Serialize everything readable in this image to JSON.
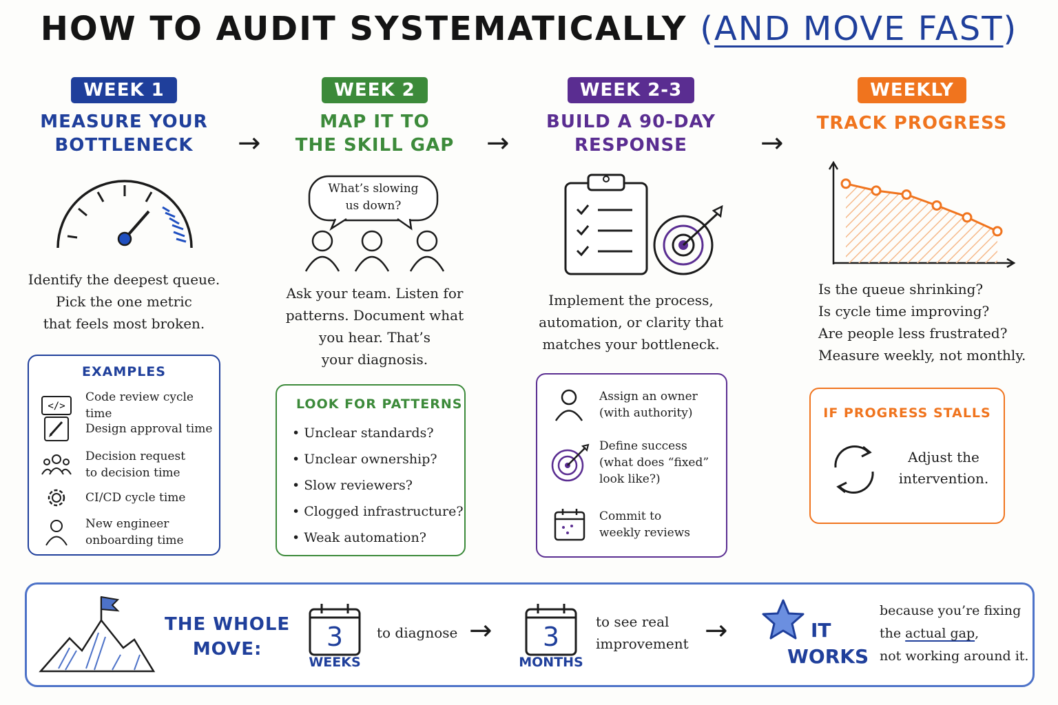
{
  "title": {
    "main": "HOW TO AUDIT SYSTEMATICALLY",
    "paren_open": "(",
    "sub": "AND MOVE FAST",
    "paren_close": ")"
  },
  "arrow_glyph": "→",
  "colors": {
    "blue": "#1f3f9b",
    "green": "#3c8a3a",
    "purple": "#5a2d91",
    "orange": "#f0741e"
  },
  "steps": [
    {
      "badge": "WEEK 1",
      "heading_line1": "MEASURE YOUR",
      "heading_line2": "BOTTLENECK",
      "icon": "speedometer-icon",
      "desc_lines": [
        "Identify the deepest queue.",
        "Pick the one metric",
        "that feels most broken."
      ],
      "box_title": "EXAMPLES",
      "box_items": [
        {
          "icon": "code-icon",
          "lines": [
            "Code review cycle time"
          ]
        },
        {
          "icon": "pencil-icon",
          "lines": [
            "Design approval time"
          ]
        },
        {
          "icon": "team-icon",
          "lines": [
            "Decision request",
            "to decision time"
          ]
        },
        {
          "icon": "gear-icon",
          "lines": [
            "CI/CD cycle time"
          ]
        },
        {
          "icon": "person-icon",
          "lines": [
            "New engineer",
            "onboarding time"
          ]
        }
      ]
    },
    {
      "badge": "WEEK 2",
      "heading_line1": "MAP IT TO",
      "heading_line2": "THE SKILL GAP",
      "icon": "speech-bubble-icon",
      "bubble_lines": [
        "What’s slowing",
        "us down?"
      ],
      "desc_lines": [
        "Ask your team. Listen for",
        "patterns. Document what",
        "you hear. That’s",
        "your diagnosis."
      ],
      "box_title": "LOOK FOR PATTERNS",
      "box_items": [
        "Unclear standards?",
        "Unclear ownership?",
        "Slow reviewers?",
        "Clogged infrastructure?",
        "Weak automation?"
      ]
    },
    {
      "badge": "WEEK 2-3",
      "heading_line1": "BUILD A 90-DAY",
      "heading_line2": "RESPONSE",
      "icon": "clipboard-icon",
      "desc_lines": [
        "Implement the process,",
        "automation, or clarity that",
        "matches your bottleneck."
      ],
      "box_items": [
        {
          "icon": "person-icon",
          "lines": [
            "Assign an owner",
            "(with authority)"
          ]
        },
        {
          "icon": "target-icon",
          "lines": [
            "Define success",
            "(what does “fixed”",
            "look like?)"
          ]
        },
        {
          "icon": "calendar-icon",
          "lines": [
            "Commit to",
            "weekly reviews"
          ]
        }
      ]
    },
    {
      "badge": "WEEKLY",
      "heading_line1": "TRACK PROGRESS",
      "icon": "line-chart-icon",
      "desc_lines": [
        "Is the queue shrinking?",
        "Is cycle time improving?",
        "Are people less frustrated?",
        "Measure weekly, not monthly."
      ],
      "box_title": "IF PROGRESS STALLS",
      "box_text_lines": [
        "Adjust the",
        "intervention."
      ]
    }
  ],
  "chart_data": {
    "type": "line",
    "values": [
      8,
      7.3,
      6.9,
      5.8,
      4.6,
      3.2
    ],
    "ylim": [
      0,
      10
    ],
    "grid": false
  },
  "footer": {
    "label_line1": "THE WHOLE",
    "label_line2": "MOVE:",
    "weeks_num": "3",
    "weeks_label": "WEEKS",
    "weeks_text": "to diagnose",
    "months_num": "3",
    "months_label": "MONTHS",
    "months_text_line1": "to see real",
    "months_text_line2": "improvement",
    "works_line1": "IT",
    "works_line2": "WORKS",
    "because_line1": "because you’re fixing",
    "because_pre": "the",
    "because_underlined": "actual gap",
    "because_post": ",",
    "because_line3": "not working around it."
  }
}
